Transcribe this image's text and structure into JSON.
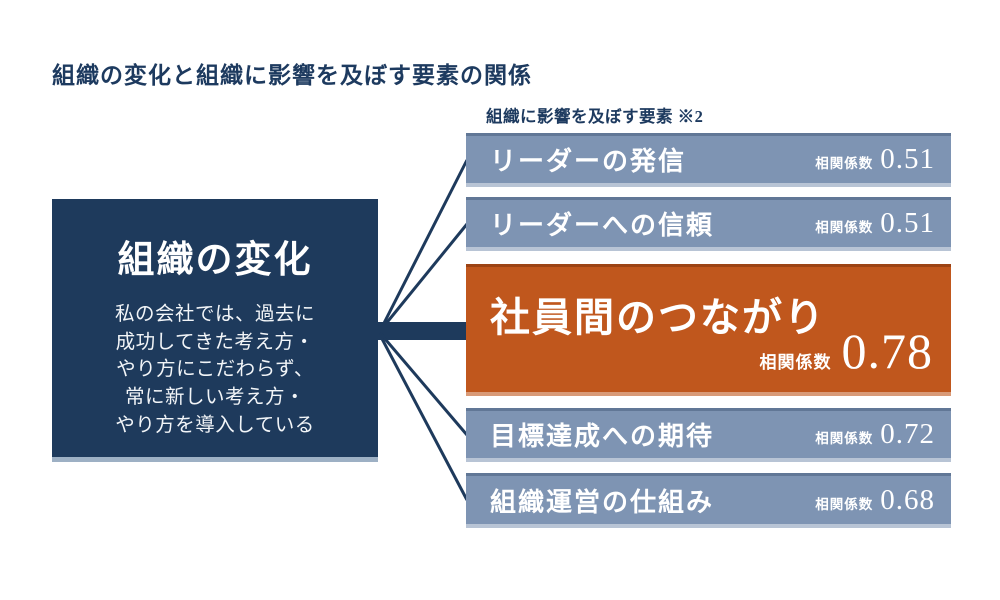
{
  "page": {
    "title": "組織の変化と組織に影響を及ぼす要素の関係"
  },
  "left_box": {
    "title": "組織の変化",
    "description_lines": [
      "私の会社では、過去に",
      "成功してきた考え方・",
      "やり方にこだわらず、",
      "常に新しい考え方・",
      "やり方を導入している"
    ]
  },
  "factors_section": {
    "label": "組織に影響を及ぼす要素 ※2",
    "coefficient_label": "相関係数",
    "items": [
      {
        "label": "リーダーの発信",
        "coefficient": "0.51",
        "highlighted": false
      },
      {
        "label": "リーダーへの信頼",
        "coefficient": "0.51",
        "highlighted": false
      },
      {
        "label": "社員間のつながり",
        "coefficient": "0.78",
        "highlighted": true
      },
      {
        "label": "目標達成への期待",
        "coefficient": "0.72",
        "highlighted": false
      },
      {
        "label": "組織運営の仕組み",
        "coefficient": "0.68",
        "highlighted": false
      }
    ]
  },
  "colors": {
    "navy": "#1e3a5c",
    "blue_gray": "#7e94b3",
    "orange": "#c0571d",
    "text_light": "#ffffff",
    "background": "#ffffff"
  }
}
